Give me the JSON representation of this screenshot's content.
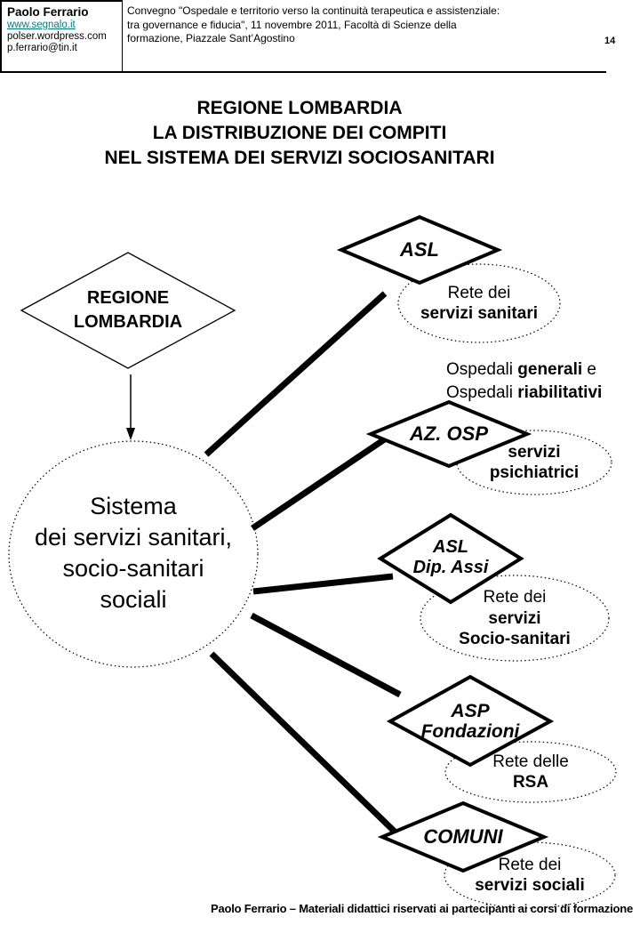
{
  "header": {
    "author_name": "Paolo Ferrario",
    "author_link": "www.segnalo.it",
    "author_line2": "polser.wordpress.com",
    "author_line3": "p.ferrario@tin.it",
    "link_color": "#008080",
    "event_text": "Convegno \"Ospedale e territorio verso la continuità terapeutica e assistenziale:\ntra governance e fiducia\", 11 novembre 2011, Facoltà di Scienze della\nformazione, Piazzale Sant’Agostino",
    "page_number": "14"
  },
  "title": "REGIONE LOMBARDIA\nLA DISTRIBUZIONE DEI COMPITI\nNEL SISTEMA DEI SERVIZI SOCIOSANITARI",
  "diagram": {
    "regione_node": "REGIONE\nLOMBARDIA",
    "sistema_node": "Sistema\ndei servizi sanitari,\nsocio-sanitari\nsociali",
    "nodes": {
      "asl": "ASL",
      "az_osp": "AZ. OSP",
      "asl_dip_line1": "ASL",
      "asl_dip_line2": "Dip. Assi",
      "asp_line1": "ASP",
      "asp_line2": "Fondazioni",
      "comuni": "COMUNI"
    },
    "ospedali": {
      "pre1": "Ospedali ",
      "bold1": "generali",
      "post1": " e",
      "pre2": "Ospedali ",
      "bold2": "riabilitativi"
    },
    "reti": {
      "sanitari_line1": "Rete dei",
      "sanitari_line2": "servizi sanitari",
      "psichiatrici_line1": "servizi",
      "psichiatrici_line2": "psichiatrici",
      "socio_line1": "Rete dei",
      "socio_line2": "servizi",
      "socio_line3": "Socio-sanitari",
      "rsa_line1": "Rete delle",
      "rsa_line2": "RSA",
      "sociali_line1": "Rete dei",
      "sociali_line2": "servizi sociali"
    },
    "stroke_color": "#000000"
  },
  "footer": "Paolo Ferrario – Materiali didattici riservati ai partecipanti ai corsi di formazione"
}
